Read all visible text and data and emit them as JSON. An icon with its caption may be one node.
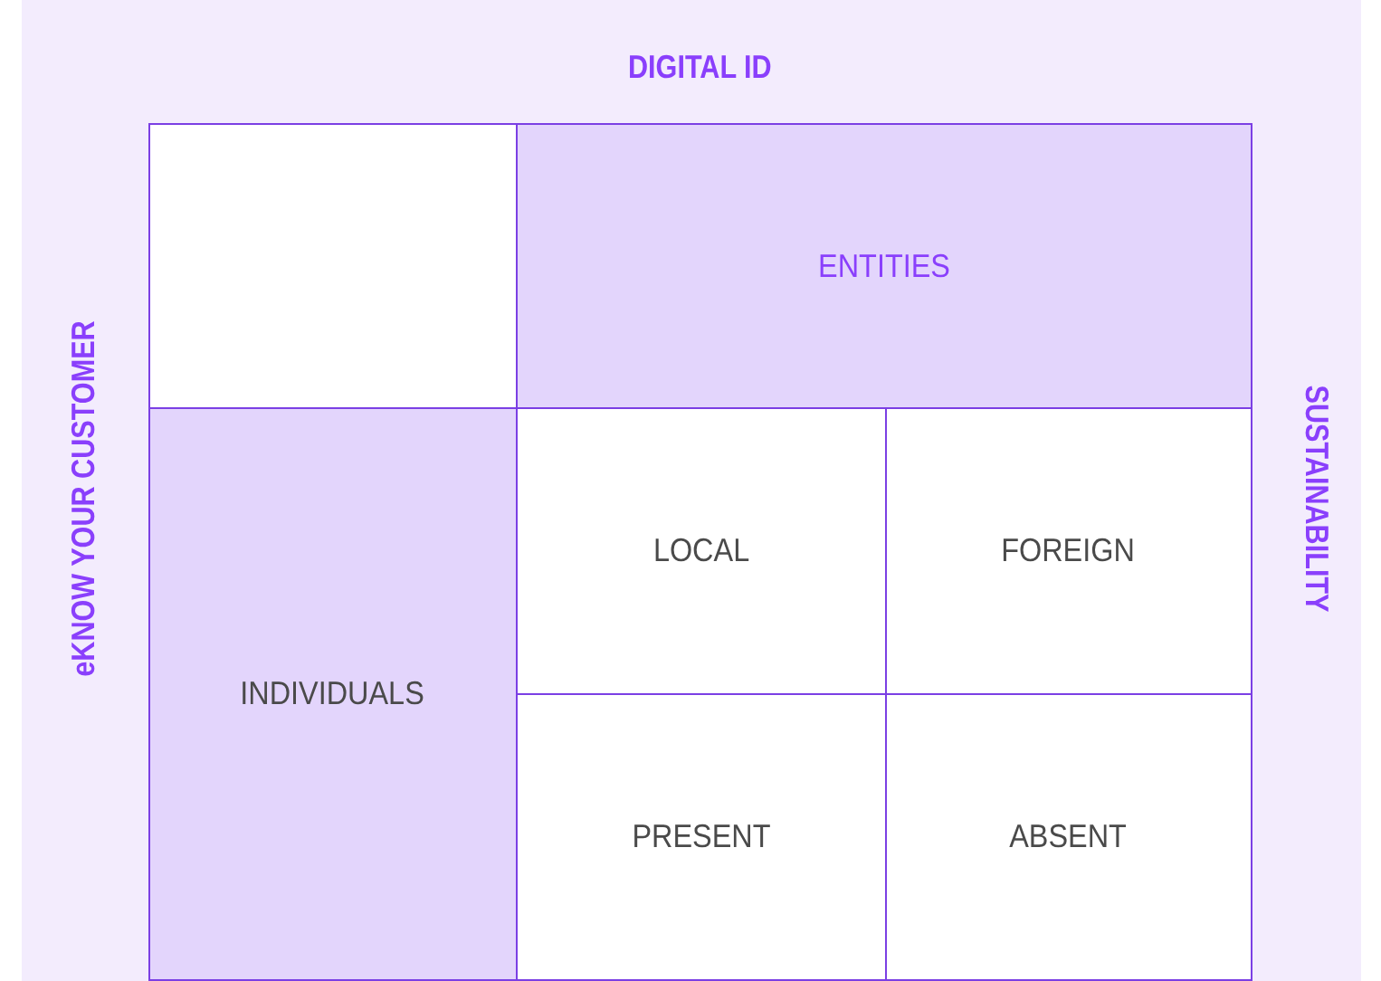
{
  "diagram": {
    "nodes": [
      {
        "text": [],
        "shape": "box"
      },
      {
        "text": [
          "ENTITIES"
        ]
      },
      {
        "text": [
          "INDIVIDUALS"
        ]
      },
      {
        "text": [
          "LOCAL"
        ]
      },
      {
        "text": [
          "FOREIGN"
        ]
      },
      {
        "text": [
          "PRESENT"
        ]
      },
      {
        "text": [
          "ABSENT"
        ]
      }
    ],
    "labels": [
      "DIGITAL ID",
      "eKNOW YOUR CUSTOMER",
      "SUSTAINABILITY"
    ]
  }
}
